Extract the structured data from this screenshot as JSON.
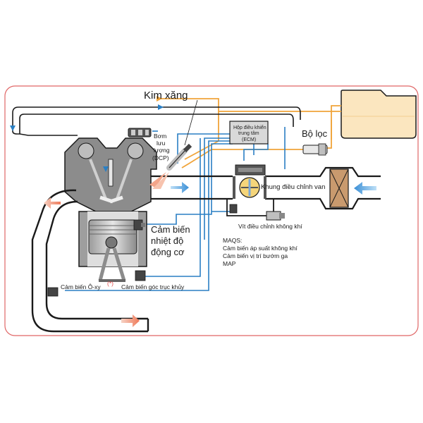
{
  "labels": {
    "injector": "Kim xăng",
    "pump_line1": "Bơm",
    "pump_line2": "lưu",
    "pump_line3": "lượng",
    "pump_line4": "(DCP)",
    "ecu_line1": "Hộp điều khiển",
    "ecu_line2": "trung tâm",
    "ecu_line3": "(ECM)",
    "filter": "Bộ lọc",
    "throttle": "Khung điều chỉnh van",
    "idle_screw": "Vít điều chỉnh không khí",
    "temp_line1": "Cảm biến",
    "temp_line2": "nhiệt độ",
    "temp_line3": "động cơ",
    "maqs_line1": "MAQS:",
    "maqs_line2": "Cảm biến áp suất không khí",
    "maqs_line3": "Cảm biến vị trí bướm ga",
    "maqs_line4": "MAP",
    "o2": "Cảm biến Ô-xy",
    "o2_mark": "(*)",
    "crank": "Cảm biến góc trục khủy"
  },
  "colors": {
    "frame": "#e06666",
    "pipe": "#1a1a1a",
    "signal_blue": "#2a7fc4",
    "fuel_orange": "#f0a43a",
    "tank_fill": "#fbe6bf",
    "engine_gray": "#8c8c8c",
    "intake_arrow": "#3a8fd6",
    "exhaust_arrow": "#f08a6a"
  }
}
